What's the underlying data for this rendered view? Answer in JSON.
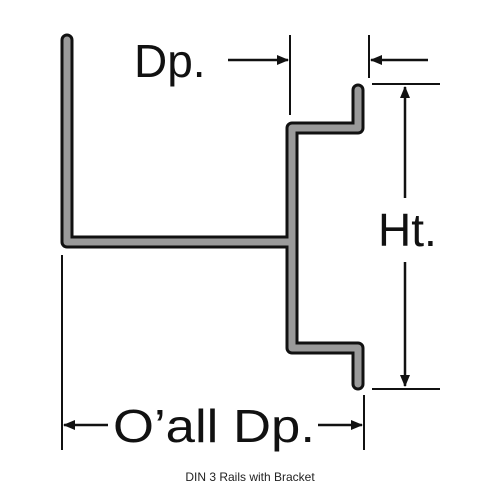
{
  "labels": {
    "depth": "Dp.",
    "height": "Ht.",
    "overall_depth": "O’all Dp."
  },
  "caption": "DIN 3 Rails with Bracket",
  "colors": {
    "profile_fill": "#9a9a9a",
    "profile_outline": "#111111",
    "dimension_lines": "#111111"
  }
}
